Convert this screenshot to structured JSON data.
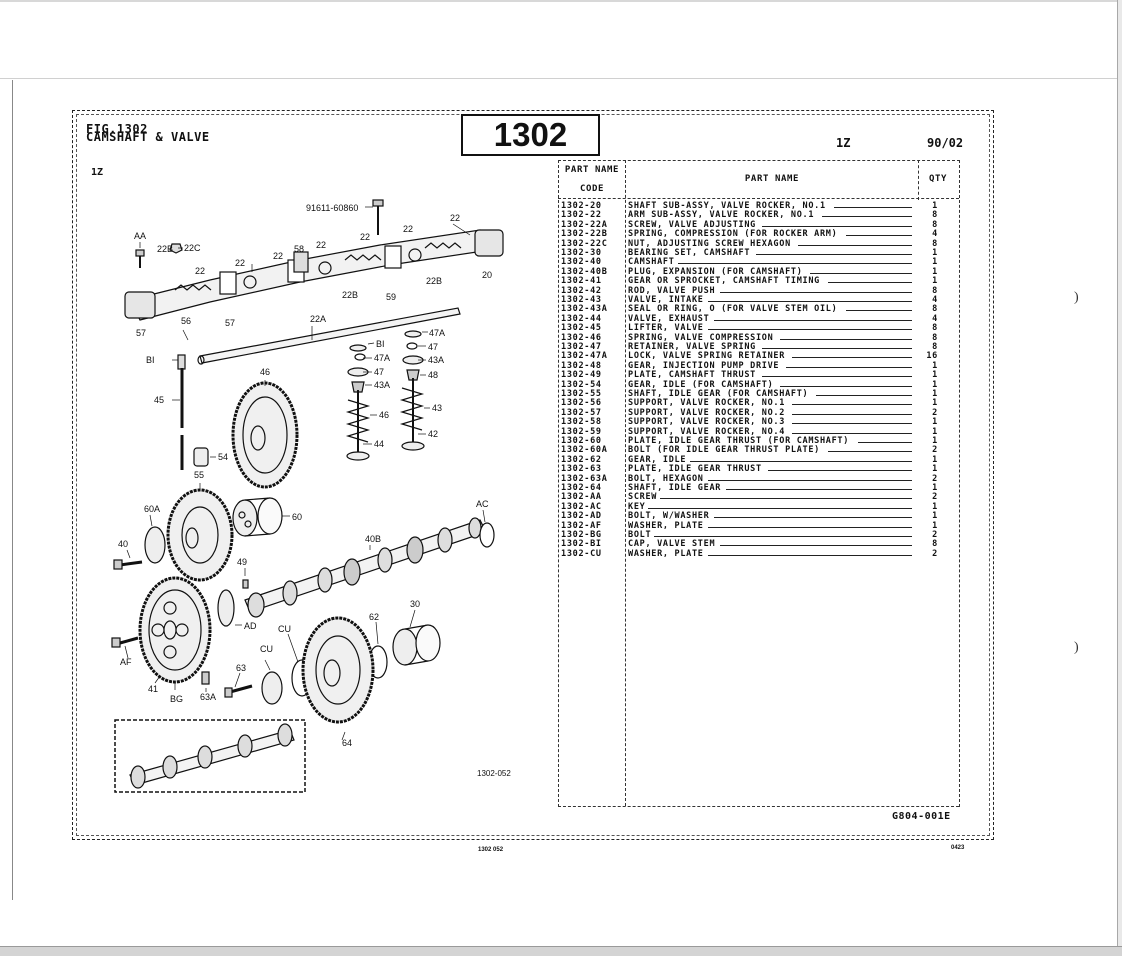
{
  "header": {
    "fig_label": "FIG.1302",
    "fig_title": "CAMSHAFT & VALVE",
    "fig_number": "1302",
    "model": "1Z",
    "date": "90/02",
    "model_sub": "1Z"
  },
  "table": {
    "col_code_line1": "PART NAME",
    "col_code_line2": "CODE",
    "col_name": "PART  NAME",
    "col_qty": "QTY",
    "rows": [
      {
        "code": "1302-20",
        "name": "SHAFT SUB-ASSY, VALVE ROCKER, NO.1",
        "qty": "1"
      },
      {
        "code": "1302-22",
        "name": "ARM SUB-ASSY, VALVE ROCKER, NO.1",
        "qty": "8"
      },
      {
        "code": "1302-22A",
        "name": "SCREW, VALVE ADJUSTING",
        "qty": "8"
      },
      {
        "code": "1302-22B",
        "name": "SPRING, COMPRESSION (FOR ROCKER ARM)",
        "qty": "4"
      },
      {
        "code": "1302-22C",
        "name": "NUT, ADJUSTING SCREW HEXAGON",
        "qty": "8"
      },
      {
        "code": "1302-30",
        "name": "BEARING SET, CAMSHAFT",
        "qty": "1"
      },
      {
        "code": "1302-40",
        "name": "CAMSHAFT",
        "qty": "1"
      },
      {
        "code": "1302-40B",
        "name": "PLUG, EXPANSION (FOR CAMSHAFT)",
        "qty": "1"
      },
      {
        "code": "1302-41",
        "name": "GEAR OR SPROCKET, CAMSHAFT TIMING",
        "qty": "1"
      },
      {
        "code": "1302-42",
        "name": "ROD, VALVE PUSH",
        "qty": "8"
      },
      {
        "code": "1302-43",
        "name": "VALVE, INTAKE",
        "qty": "4"
      },
      {
        "code": "1302-43A",
        "name": "SEAL OR RING, O (FOR VALVE STEM OIL)",
        "qty": "8"
      },
      {
        "code": "1302-44",
        "name": "VALVE, EXHAUST",
        "qty": "4"
      },
      {
        "code": "1302-45",
        "name": "LIFTER, VALVE",
        "qty": "8"
      },
      {
        "code": "1302-46",
        "name": "SPRING, VALVE COMPRESSION",
        "qty": "8"
      },
      {
        "code": "1302-47",
        "name": "RETAINER, VALVE SPRING",
        "qty": "8"
      },
      {
        "code": "1302-47A",
        "name": "LOCK, VALVE SPRING RETAINER",
        "qty": "16"
      },
      {
        "code": "1302-48",
        "name": "GEAR, INJECTION PUMP DRIVE",
        "qty": "1"
      },
      {
        "code": "1302-49",
        "name": "PLATE, CAMSHAFT THRUST",
        "qty": "1"
      },
      {
        "code": "1302-54",
        "name": "GEAR, IDLE (FOR CAMSHAFT)",
        "qty": "1"
      },
      {
        "code": "1302-55",
        "name": "SHAFT, IDLE GEAR (FOR CAMSHAFT)",
        "qty": "1"
      },
      {
        "code": "1302-56",
        "name": "SUPPORT, VALVE ROCKER, NO.1",
        "qty": "1"
      },
      {
        "code": "1302-57",
        "name": "SUPPORT, VALVE ROCKER, NO.2",
        "qty": "2"
      },
      {
        "code": "1302-58",
        "name": "SUPPORT, VALVE ROCKER, NO.3",
        "qty": "1"
      },
      {
        "code": "1302-59",
        "name": "SUPPORT, VALVE ROCKER, NO.4",
        "qty": "1"
      },
      {
        "code": "1302-60",
        "name": "PLATE, IDLE GEAR THRUST (FOR CAMSHAFT)",
        "qty": "1"
      },
      {
        "code": "1302-60A",
        "name": "BOLT (FOR IDLE GEAR THRUST PLATE)",
        "qty": "2"
      },
      {
        "code": "1302-62",
        "name": "GEAR, IDLE",
        "qty": "1"
      },
      {
        "code": "1302-63",
        "name": "PLATE, IDLE GEAR THRUST",
        "qty": "1"
      },
      {
        "code": "1302-63A",
        "name": "BOLT, HEXAGON",
        "qty": "2"
      },
      {
        "code": "1302-64",
        "name": "SHAFT, IDLE GEAR",
        "qty": "1"
      },
      {
        "code": "1302-AA",
        "name": "SCREW",
        "qty": "2"
      },
      {
        "code": "1302-AC",
        "name": "KEY",
        "qty": "1"
      },
      {
        "code": "1302-AD",
        "name": "BOLT, W/WASHER",
        "qty": "1"
      },
      {
        "code": "1302-AF",
        "name": "WASHER, PLATE",
        "qty": "1"
      },
      {
        "code": "1302-BG",
        "name": "BOLT",
        "qty": "2"
      },
      {
        "code": "1302-BI",
        "name": "CAP, VALVE STEM",
        "qty": "8"
      },
      {
        "code": "1302-CU",
        "name": "WASHER, PLATE",
        "qty": "2"
      }
    ]
  },
  "diagram": {
    "drawing_no": "1302-052",
    "callouts": [
      "91611-60860",
      "AA",
      "22C",
      "22",
      "22",
      "22",
      "22",
      "58",
      "22",
      "22",
      "22",
      "22B",
      "22B",
      "22B",
      "56",
      "57",
      "57",
      "59",
      "20",
      "22A",
      "BI",
      "BI",
      "47A",
      "47A",
      "47",
      "47",
      "43A",
      "43A",
      "48",
      "46",
      "46",
      "43",
      "44",
      "42",
      "45",
      "54",
      "55",
      "60",
      "60A",
      "40",
      "40B",
      "AC",
      "49",
      "AD",
      "AF",
      "41",
      "BG",
      "63A",
      "63",
      "CU",
      "CU",
      "62",
      "64",
      "30"
    ]
  },
  "footer": {
    "catalog_code": "G804-001E",
    "bottom_left": "1302  052",
    "bottom_right": "0423",
    "right_marks": [
      ")",
      ")"
    ]
  }
}
